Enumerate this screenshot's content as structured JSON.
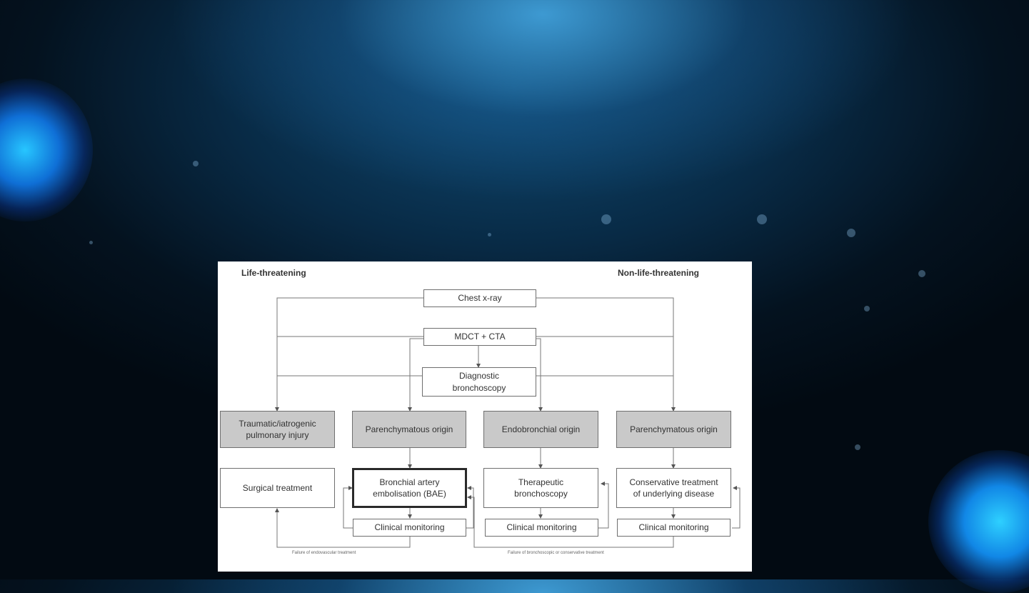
{
  "diagram": {
    "left_title": "Life-threatening",
    "right_title": "Non-life-threatening",
    "nodes": {
      "chest_xray": "Chest x-ray",
      "mdct_cta": "MDCT + CTA",
      "diagnostic_bronchoscopy": "Diagnostic\nbronchoscopy",
      "traumatic_injury": "Traumatic/iatrogenic\npulmonary injury",
      "parenchymatous_origin_left": "Parenchymatous origin",
      "endobronchial_origin": "Endobronchial origin",
      "parenchymatous_origin_right": "Parenchymatous origin",
      "surgical_treatment": "Surgical treatment",
      "bae": "Bronchial artery\nembolisation (BAE)",
      "therapeutic_bronchoscopy": "Therapeutic\nbronchoscopy",
      "conservative_treatment": "Conservative treatment\nof underlying disease",
      "clinical_monitoring_1": "Clinical monitoring",
      "clinical_monitoring_2": "Clinical monitoring",
      "clinical_monitoring_3": "Clinical monitoring"
    },
    "notes": {
      "failure_endovascular": "Failure of endovascular treatment",
      "failure_bronchoscopic": "Failure of bronchoscopic or conservative treatment"
    }
  }
}
